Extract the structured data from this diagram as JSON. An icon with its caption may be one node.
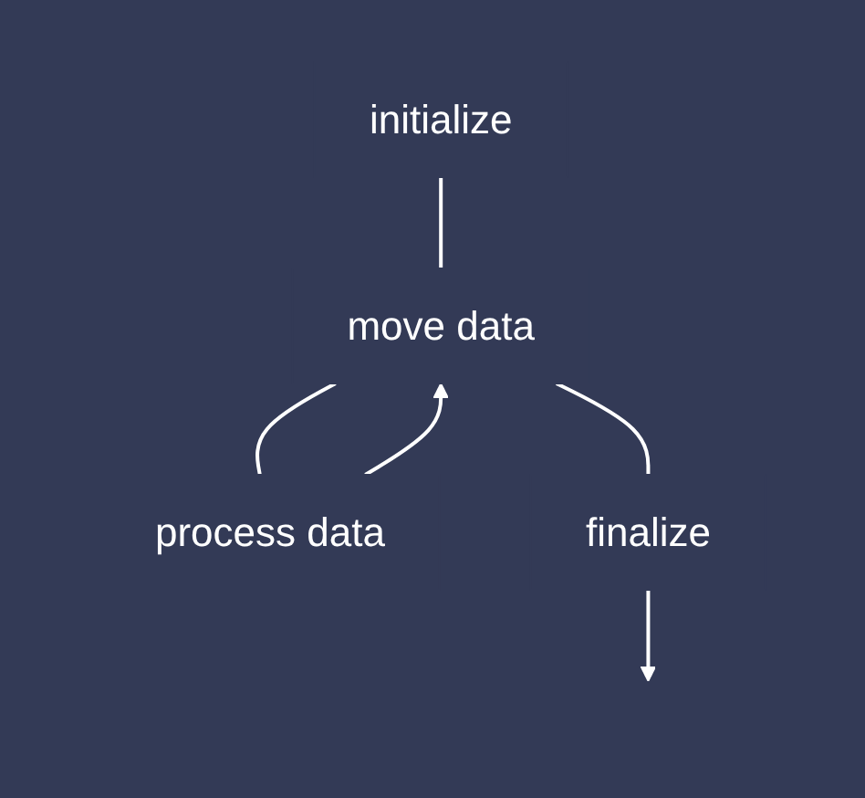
{
  "diagram": {
    "nodes": [
      {
        "text": [
          "initialize"
        ]
      },
      {
        "text": [
          "move data"
        ]
      },
      {
        "text": [
          "process data"
        ]
      },
      {
        "text": [
          "finalize"
        ]
      }
    ],
    "edges": [
      {
        "from": 0,
        "to": 1,
        "arrow": "none"
      },
      {
        "from": 1,
        "to": 2,
        "arrow": "none"
      },
      {
        "from": 2,
        "to": 1,
        "arrow": "to"
      },
      {
        "from": 1,
        "to": 3,
        "arrow": "none"
      },
      {
        "from": 3,
        "to": null,
        "arrow": "to"
      }
    ]
  }
}
